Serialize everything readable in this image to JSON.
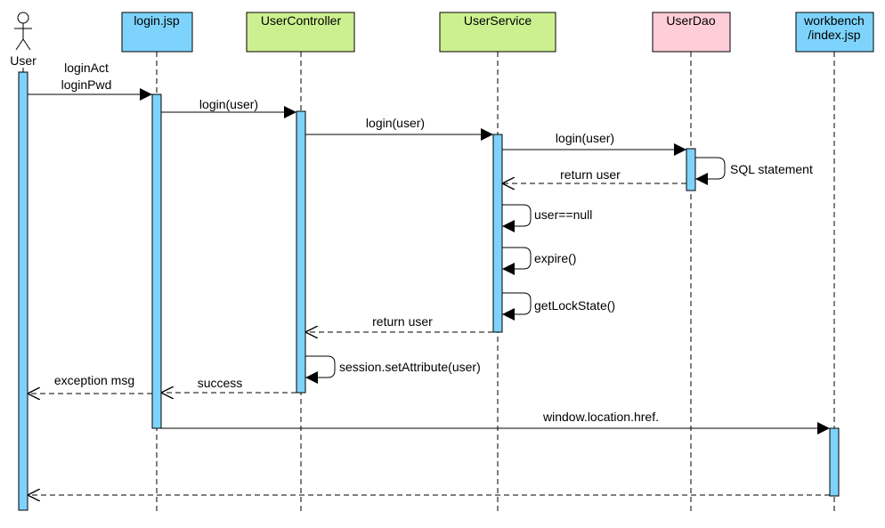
{
  "colors": {
    "view": "#7dd3fb",
    "controller": "#ccf08f",
    "dao": "#ffcdd8",
    "activation": "#7dd3fb"
  },
  "actor": {
    "name": "User",
    "icon": "stick-figure-icon"
  },
  "participants": [
    {
      "id": "loginjsp",
      "name": "login.jsp"
    },
    {
      "id": "usercontroller",
      "name": "UserController"
    },
    {
      "id": "userservice",
      "name": "UserService"
    },
    {
      "id": "userdao",
      "name": "UserDao"
    },
    {
      "id": "workbench",
      "line1": "workbench",
      "line2": "/index.jsp"
    }
  ],
  "messages": {
    "m1_line1": "loginAct",
    "m1_line2": "loginPwd",
    "m2": "login(user)",
    "m3": "login(user)",
    "m4": "login(user)",
    "self_dao": "SQL statement",
    "r1": "return user",
    "self1": "user==null",
    "self2": "expire()",
    "self3": "getLockState()",
    "r2": "return user",
    "self4": "session.setAttribute(user)",
    "r3": "success",
    "r4": "exception msg",
    "m5": "window.location.href."
  }
}
